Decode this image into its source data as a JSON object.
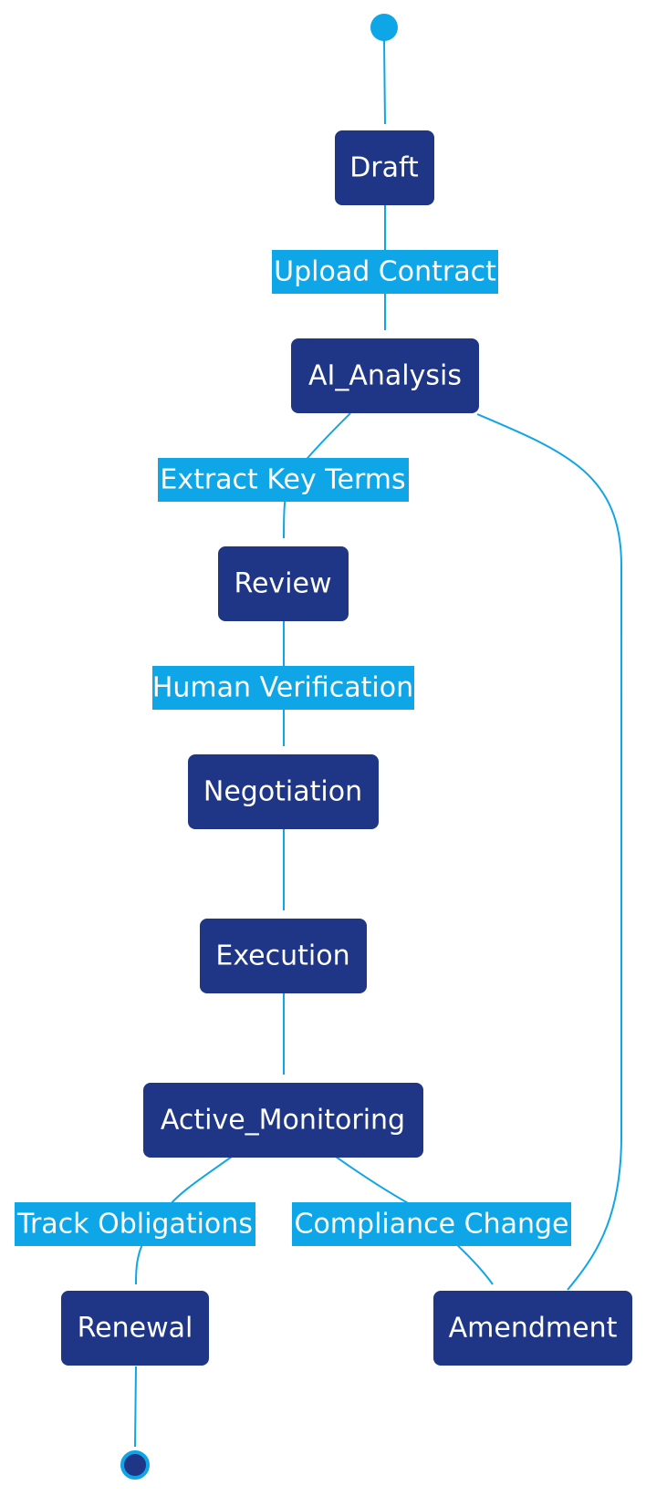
{
  "diagram": {
    "type": "state-diagram",
    "colors": {
      "node_fill": "#1e3685",
      "node_text": "#ffffff",
      "edge": "#0fa6e8",
      "label_fill": "#0fa6e8",
      "label_text": "#ffffff",
      "start_marker": "#0fa6e8",
      "end_marker_fill": "#1e3685",
      "end_marker_ring": "#0fa6e8"
    },
    "start": {
      "id": "start"
    },
    "end": {
      "id": "end"
    },
    "states": [
      {
        "id": "draft",
        "label": "Draft"
      },
      {
        "id": "ai_analysis",
        "label": "AI_Analysis"
      },
      {
        "id": "review",
        "label": "Review"
      },
      {
        "id": "negotiation",
        "label": "Negotiation"
      },
      {
        "id": "execution",
        "label": "Execution"
      },
      {
        "id": "active_monitoring",
        "label": "Active_Monitoring"
      },
      {
        "id": "renewal",
        "label": "Renewal"
      },
      {
        "id": "amendment",
        "label": "Amendment"
      }
    ],
    "transitions": [
      {
        "from": "start",
        "to": "draft",
        "label": ""
      },
      {
        "from": "draft",
        "to": "ai_analysis",
        "label": "Upload Contract"
      },
      {
        "from": "ai_analysis",
        "to": "review",
        "label": "Extract Key Terms"
      },
      {
        "from": "review",
        "to": "negotiation",
        "label": "Human Verification"
      },
      {
        "from": "negotiation",
        "to": "execution",
        "label": ""
      },
      {
        "from": "execution",
        "to": "active_monitoring",
        "label": ""
      },
      {
        "from": "active_monitoring",
        "to": "renewal",
        "label": "Track Obligations"
      },
      {
        "from": "active_monitoring",
        "to": "amendment",
        "label": "Compliance Change"
      },
      {
        "from": "amendment",
        "to": "ai_analysis",
        "label": ""
      },
      {
        "from": "renewal",
        "to": "end",
        "label": ""
      }
    ]
  }
}
